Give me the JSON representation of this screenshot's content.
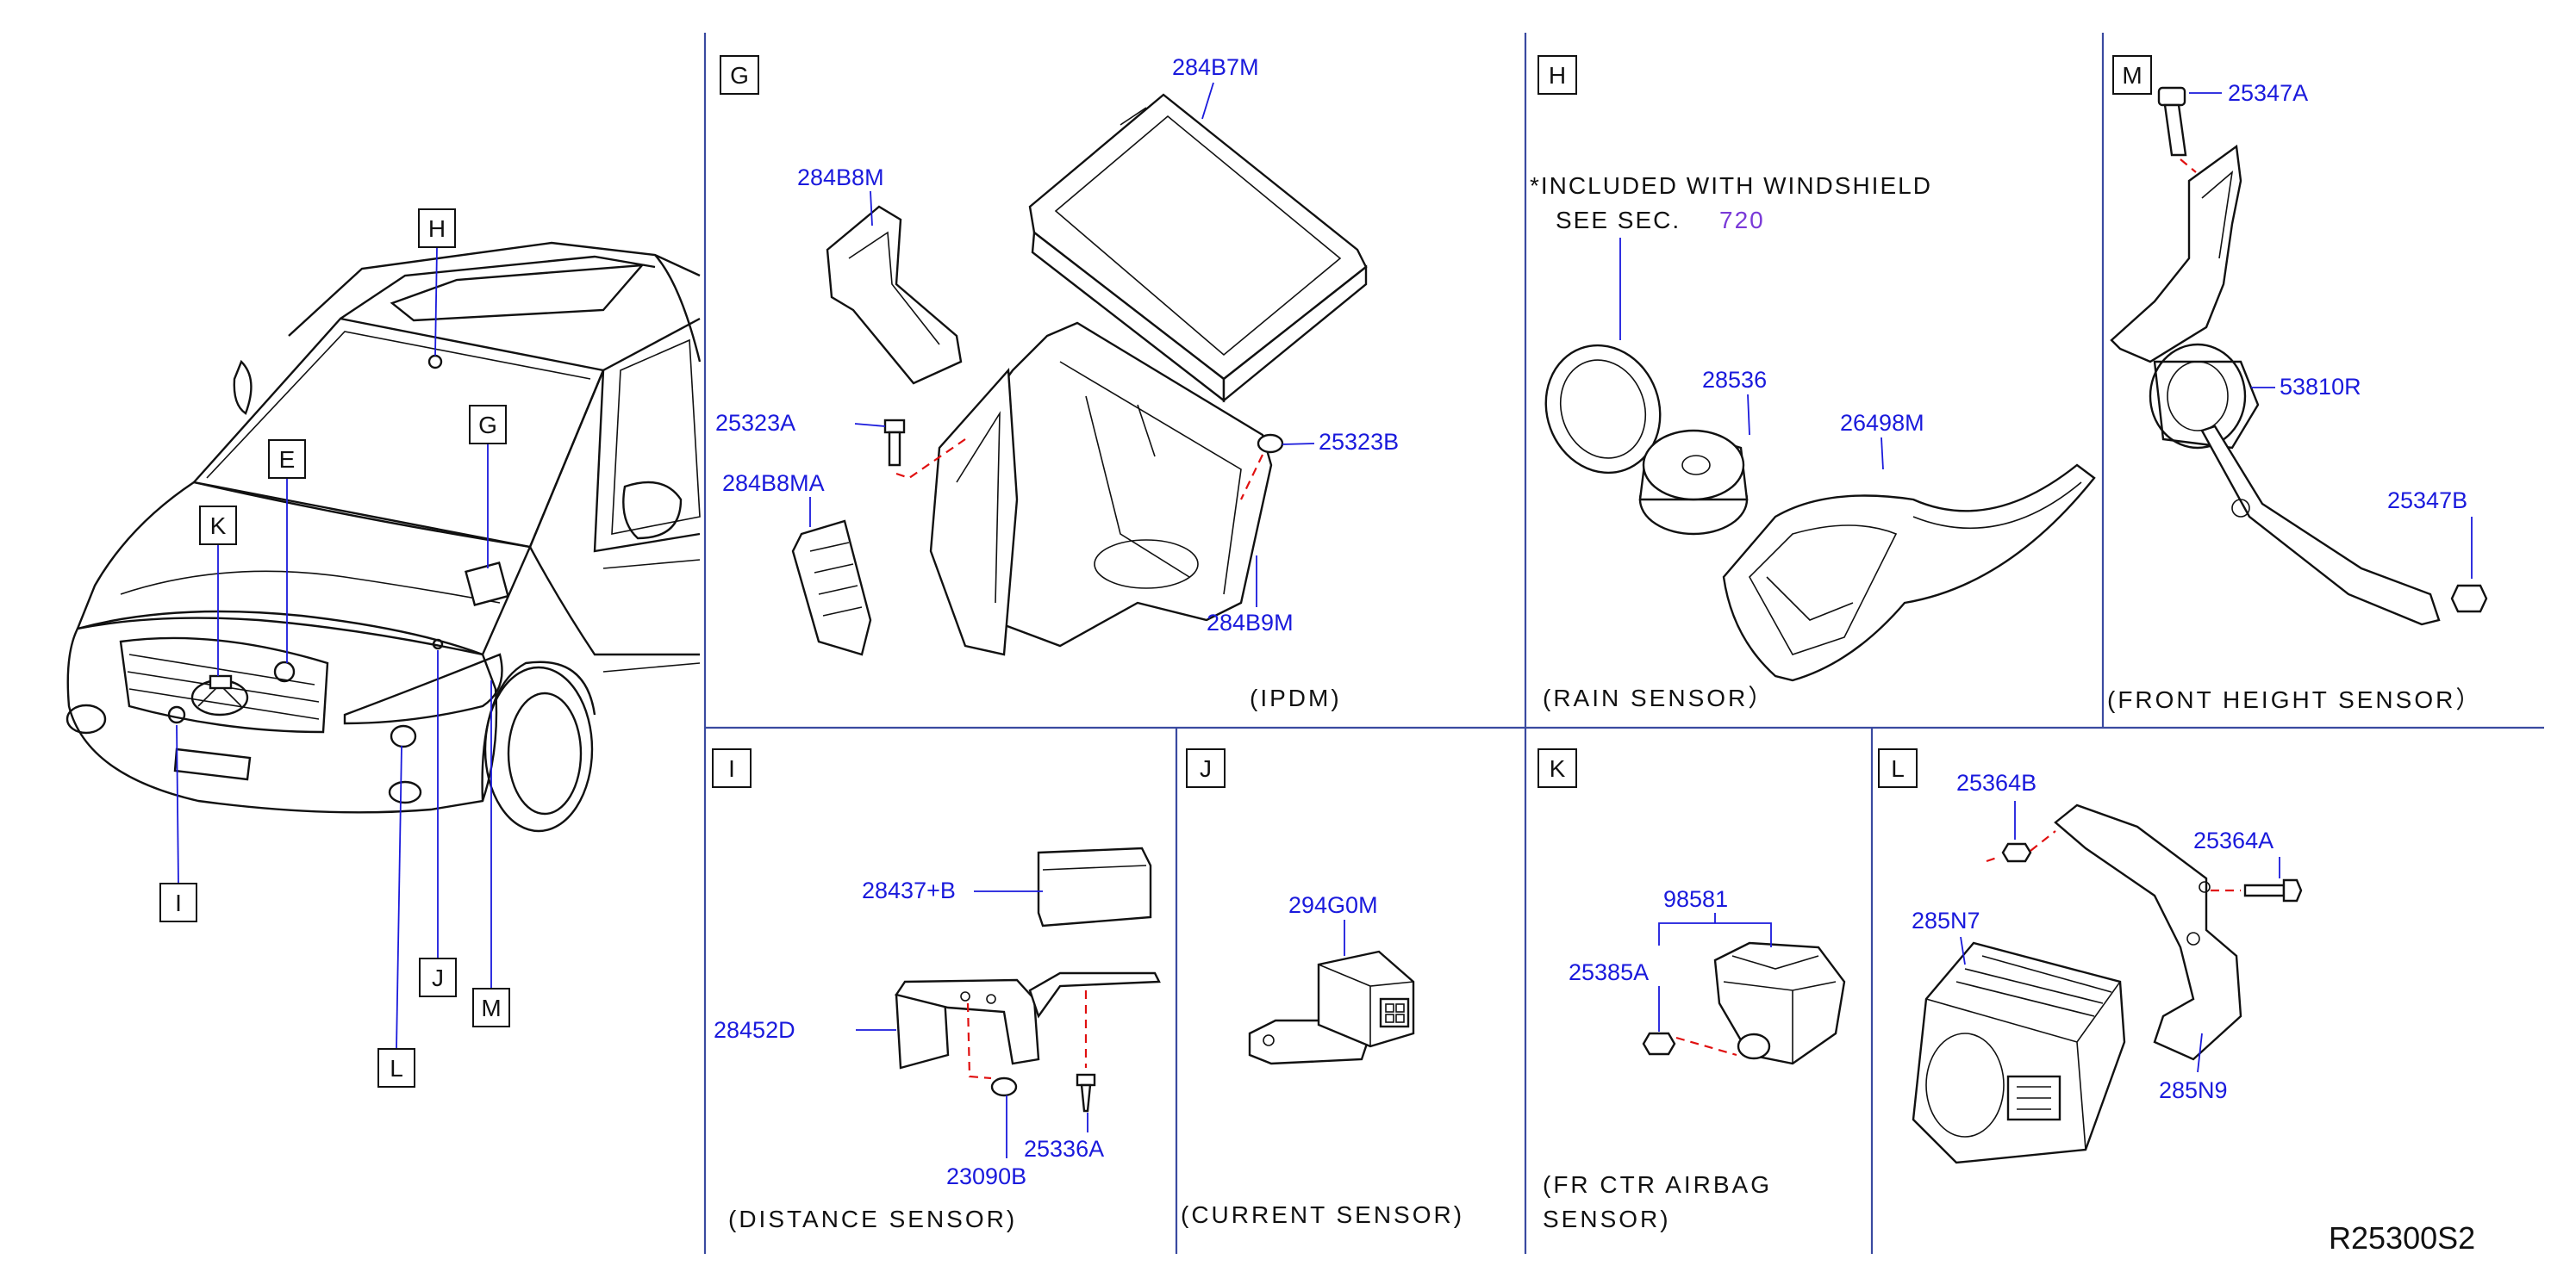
{
  "diagram_code": "R25300S2",
  "vehicle_callouts": [
    "H",
    "G",
    "E",
    "K",
    "I",
    "J",
    "M",
    "L"
  ],
  "panels": {
    "G": {
      "letter": "G",
      "caption": "(IPDM)",
      "parts": [
        "284B7M",
        "284B8M",
        "25323A",
        "25323B",
        "284B8MA",
        "284B9M"
      ]
    },
    "H": {
      "letter": "H",
      "note_line1": "*INCLUDED  WITH  WINDSHIELD",
      "note_line2": "SEE  SEC.",
      "note_ref": "720",
      "caption": "(RAIN  SENSOR）",
      "parts": [
        "28536",
        "26498M"
      ]
    },
    "M": {
      "letter": "M",
      "caption": "(FRONT  HEIGHT  SENSOR）",
      "parts": [
        "25347A",
        "53810R",
        "25347B"
      ]
    },
    "I": {
      "letter": "I",
      "caption": "(DISTANCE  SENSOR)",
      "parts": [
        "28437+B",
        "28452D",
        "23090B",
        "25336A"
      ]
    },
    "J": {
      "letter": "J",
      "caption": "(CURRENT  SENSOR)",
      "parts": [
        "294G0M"
      ]
    },
    "K": {
      "letter": "K",
      "caption_line1": "(FR  CTR  AIRBAG",
      "caption_line2": "SENSOR)",
      "parts": [
        "98581",
        "25385A"
      ]
    },
    "L": {
      "letter": "L",
      "parts": [
        "25364B",
        "25364A",
        "285N7",
        "285N9"
      ]
    }
  }
}
